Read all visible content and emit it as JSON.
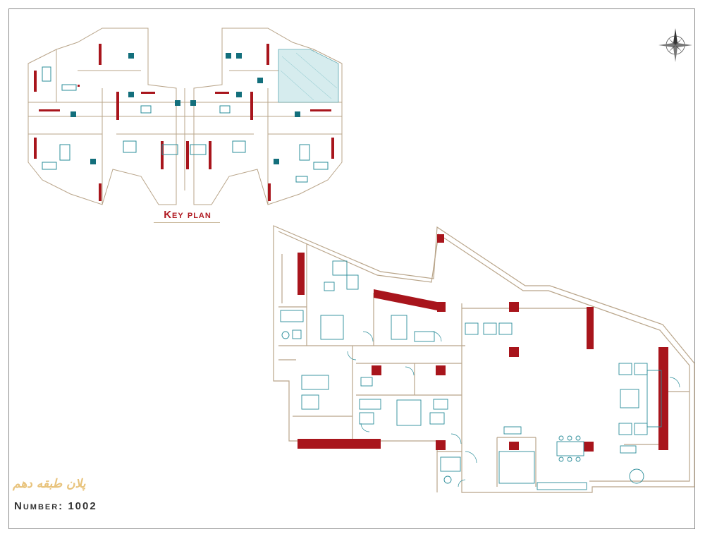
{
  "key_plan": {
    "title": "Key plan"
  },
  "floor": {
    "label": "پلان طبقه دهم"
  },
  "unit": {
    "number_label": "Number: 1002"
  },
  "colors": {
    "wall_fill": "#a8151c",
    "outline": "#b9a58a",
    "furniture": "#2a8c99",
    "furniture_dark": "#136f7c",
    "label_red": "#b01a22",
    "floor_label": "#e8c37c",
    "frame": "#8a8a8a"
  },
  "icons": {
    "compass": "compass-rose-icon"
  }
}
